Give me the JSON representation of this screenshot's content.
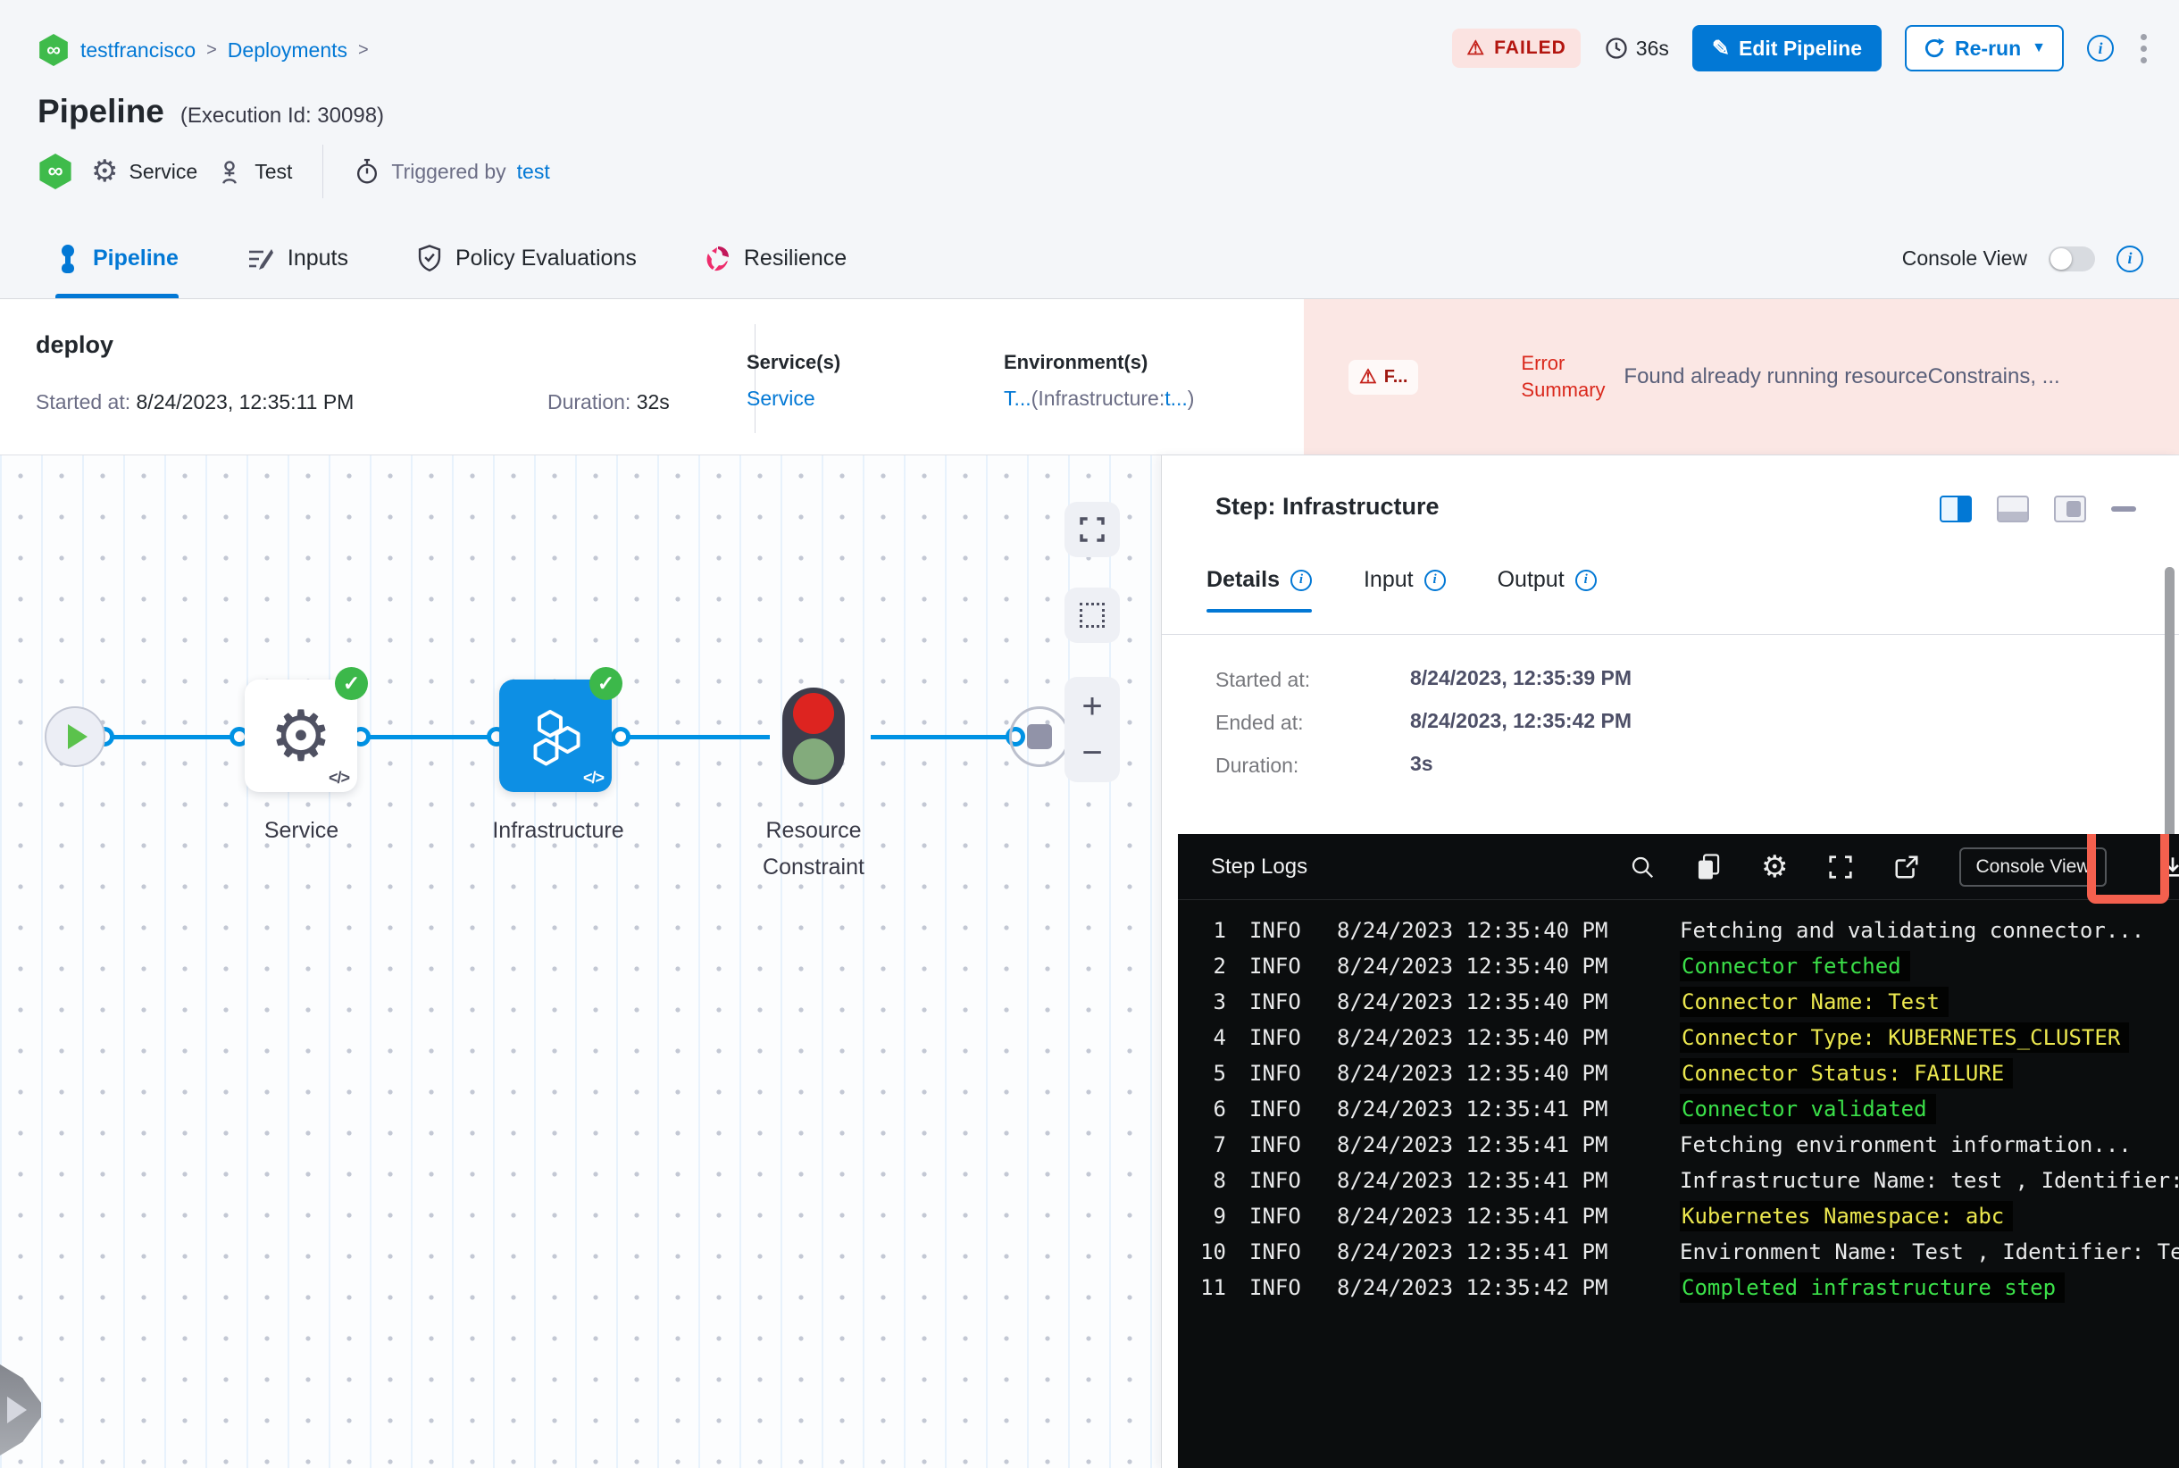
{
  "header": {
    "breadcrumb": {
      "project": "testfrancisco",
      "sep1": ">",
      "section": "Deployments",
      "sep2": ">"
    },
    "title": "Pipeline",
    "execution_id": "(Execution Id: 30098)",
    "entities": {
      "service_label": "Service",
      "test_label": "Test",
      "triggered_by_label": "Triggered by",
      "triggered_by_value": "test"
    },
    "status_badge": "FAILED",
    "elapsed": "36s",
    "edit_pipeline_label": "Edit Pipeline",
    "rerun_label": "Re-run"
  },
  "tabs": {
    "items": [
      {
        "label": "Pipeline"
      },
      {
        "label": "Inputs"
      },
      {
        "label": "Policy Evaluations"
      },
      {
        "label": "Resilience"
      }
    ],
    "console_view_label": "Console View"
  },
  "stage": {
    "name": "deploy",
    "started_label": "Started at:",
    "started_value": "8/24/2023, 12:35:11 PM",
    "duration_label": "Duration:",
    "duration_value": "32s",
    "services_label": "Service(s)",
    "services_value": "Service",
    "environments_label": "Environment(s)",
    "env_link1": "T...",
    "env_paren_open": "(Infrastructure:",
    "env_link2": "t...",
    "env_paren_close": ")",
    "error_badge": "F...",
    "error_summary_label": "Error Summary",
    "error_message": "Found already running resourceConstrains, ..."
  },
  "canvas": {
    "nodes": [
      {
        "label": "Service"
      },
      {
        "label": "Infrastructure"
      },
      {
        "label": "Resource Constraint"
      }
    ],
    "code_badge": "</>",
    "zoom_in": "+",
    "zoom_out": "−"
  },
  "panel": {
    "title": "Step: Infrastructure",
    "tabs": [
      {
        "label": "Details"
      },
      {
        "label": "Input"
      },
      {
        "label": "Output"
      }
    ],
    "details": {
      "started_label": "Started at:",
      "started_value": "8/24/2023, 12:35:39 PM",
      "ended_label": "Ended at:",
      "ended_value": "8/24/2023, 12:35:42 PM",
      "duration_label": "Duration:",
      "duration_value": "3s"
    }
  },
  "logs": {
    "title": "Step Logs",
    "console_view_label": "Console View",
    "entries": [
      {
        "n": "1",
        "level": "INFO",
        "time": "8/24/2023 12:35:40 PM",
        "msg": "Fetching and validating connector...",
        "color": "white"
      },
      {
        "n": "2",
        "level": "INFO",
        "time": "8/24/2023 12:35:40 PM",
        "msg": "Connector fetched",
        "color": "green"
      },
      {
        "n": "3",
        "level": "INFO",
        "time": "8/24/2023 12:35:40 PM",
        "msg": "Connector Name: Test",
        "color": "yellow"
      },
      {
        "n": "4",
        "level": "INFO",
        "time": "8/24/2023 12:35:40 PM",
        "msg": "Connector Type: KUBERNETES_CLUSTER",
        "color": "yellow"
      },
      {
        "n": "5",
        "level": "INFO",
        "time": "8/24/2023 12:35:40 PM",
        "msg": "Connector Status: FAILURE",
        "color": "yellow"
      },
      {
        "n": "6",
        "level": "INFO",
        "time": "8/24/2023 12:35:41 PM",
        "msg": "Connector validated",
        "color": "green"
      },
      {
        "n": "7",
        "level": "INFO",
        "time": "8/24/2023 12:35:41 PM",
        "msg": "Fetching environment information...",
        "color": "white"
      },
      {
        "n": "8",
        "level": "INFO",
        "time": "8/24/2023 12:35:41 PM",
        "msg": "Infrastructure Name: test , Identifier:",
        "color": "white"
      },
      {
        "n": "9",
        "level": "INFO",
        "time": "8/24/2023 12:35:41 PM",
        "msg": "Kubernetes Namespace: abc",
        "color": "yellow"
      },
      {
        "n": "10",
        "level": "INFO",
        "time": "8/24/2023 12:35:41 PM",
        "msg": "Environment Name: Test , Identifier: Te",
        "color": "white"
      },
      {
        "n": "11",
        "level": "INFO",
        "time": "8/24/2023 12:35:42 PM",
        "msg": "Completed infrastructure step",
        "color": "green"
      }
    ]
  },
  "colors": {
    "accent_blue": "#0278d5",
    "node_blue": "#0d8fe4",
    "edge_blue": "#0092e4",
    "success_green": "#3cb84a",
    "failed_red": "#b3150f",
    "error_bg": "#fbe7e4",
    "log_green": "#3be049",
    "log_yellow": "#ece84f",
    "highlight_red": "#f4604e",
    "console_bg": "#0b0d0e"
  }
}
